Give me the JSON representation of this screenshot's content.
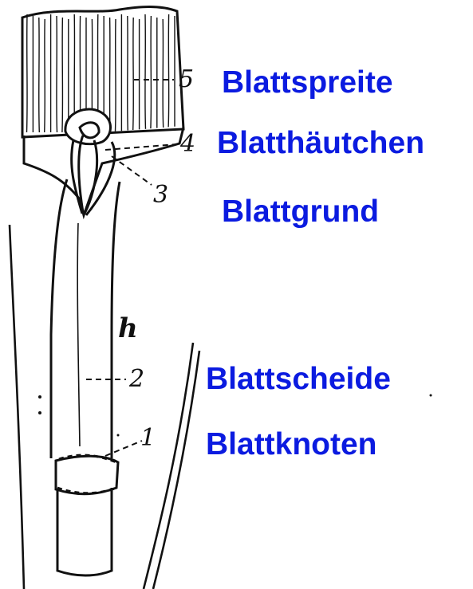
{
  "labels": {
    "blattspreite": "Blattspreite",
    "blatthaeutchen": "Blatthäutchen",
    "blattgrund": "Blattgrund",
    "blattscheide": "Blattscheide",
    "blattknoten": "Blattknoten"
  },
  "numbers": {
    "n1": "1",
    "n2": "2",
    "n3": "3",
    "n4": "4",
    "n5": "5"
  },
  "letter_h": "h",
  "colors": {
    "label": "#0b1be0",
    "ink": "#111111",
    "background": "#ffffff"
  }
}
